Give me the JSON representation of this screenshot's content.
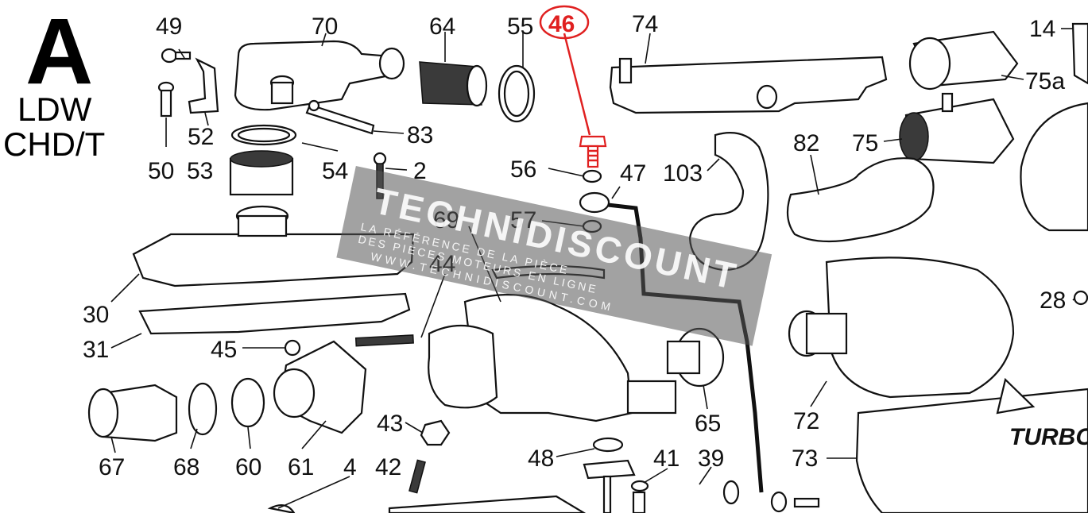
{
  "header": {
    "letter": "A",
    "line1": "LDW",
    "line2": "CHD/T"
  },
  "highlight": {
    "label": "46",
    "color": "#e02020"
  },
  "parts": {
    "p49": "49",
    "p70": "70",
    "p64": "64",
    "p55": "55",
    "p46": "46",
    "p74": "74",
    "p14": "14",
    "p75a": "75a",
    "p52": "52",
    "p83": "83",
    "p50": "50",
    "p53": "53",
    "p54": "54",
    "p2": "2",
    "p56": "56",
    "p47": "47",
    "p103": "103",
    "p82": "82",
    "p75": "75",
    "p69": "69",
    "p57": "57",
    "p44": "44",
    "p28": "28",
    "p30": "30",
    "p31": "31",
    "p45": "45",
    "p65": "65",
    "p72": "72",
    "p43": "43",
    "p48": "48",
    "p41": "41",
    "p39": "39",
    "p67": "67",
    "p68": "68",
    "p60": "60",
    "p61": "61",
    "p4": "4",
    "p42": "42",
    "p73": "73"
  },
  "embossed_text": {
    "turbo": "TURBO"
  },
  "watermark": {
    "brand": "TECHNIDISCOUNT",
    "line1": "LA RÉFÉRENCE DE LA PIÈCE",
    "line2": "DES PIÈCES MOTEURS EN LIGNE",
    "url": "WWW.TECHNIDISCOUNT.COM"
  }
}
